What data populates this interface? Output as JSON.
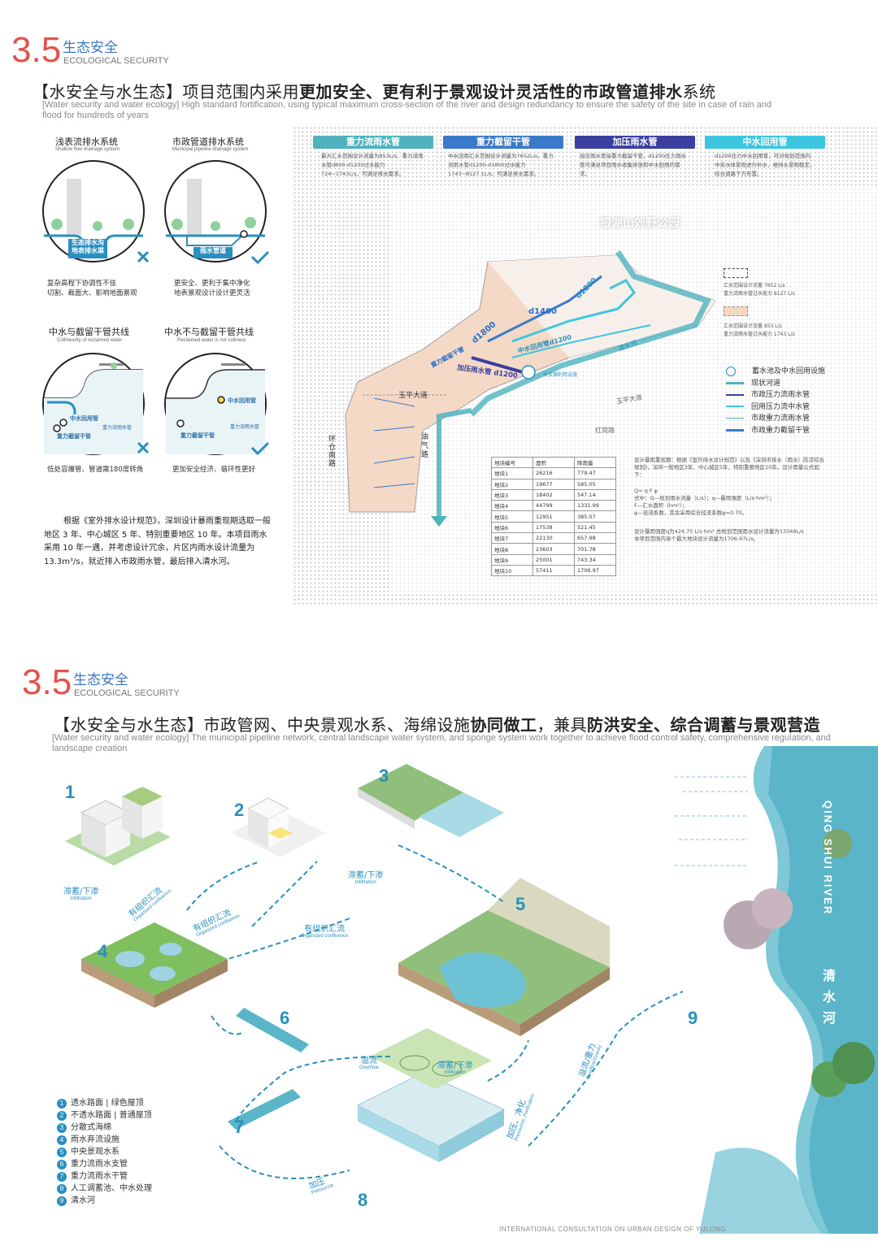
{
  "top": {
    "section_num": "3.5",
    "section_cn": "生态安全",
    "section_en": "ECOLOGICAL SECURITY",
    "title_parts": [
      "【水安全与水生态】项目范围内采用",
      "更加安全、更有利于景观设计灵活性的市政管道排水",
      "系统"
    ],
    "subtitle": "[Water security and water ecology] High standard fortification, using typical maximum cross-section of the river and design redundancy to ensure the safety of the site in case of rain and flood for hundreds of years",
    "panels": {
      "p1_title": "浅表流排水系统",
      "p1_en": "Shallow flow drainage system",
      "p1_label": "生态排水沟\n地表排水渠",
      "p1_cap": "复杂高程下协调性不佳\n切割、截面大、影响地面景观",
      "p2_title": "市政管道排水系统",
      "p2_en": "Municipal pipeline drainage system",
      "p2_label": "雨水管道",
      "p2_cap": "更安全、更利于集中净化\n地表景观设计设计更灵活",
      "p3_title": "中水与截留干管共线",
      "p3_en": "Collinearity of reclaimed water",
      "p3_l1": "中水回用管",
      "p3_l2": "重力截留干管",
      "p3_l3": "重力流雨水管",
      "p3_cap": "低处容爆管、管道需180度转角",
      "p4_title": "中水不与截留干管共线",
      "p4_en": "Reclaimed water is not collinear",
      "p4_l1": "中水回用管",
      "p4_l2": "重力截留干管",
      "p4_l3": "重力流雨水管",
      "p4_cap": "更加安全经济、循环性更好"
    },
    "paragraph": "根据《室外排水设计规范》，深圳设计暴雨重现期选取一般地区 3 年、中心城区 5 年、特别重要地区 10 年。本项目雨水采用 10 年一遇，并考虑设计冗余，片区内雨水设计流量为 13.3m³/s，就近排入市政雨水管，最后排入清水河。",
    "pipes": [
      {
        "name": "重力流雨水管",
        "color": "#4fb3bf",
        "desc": "最大汇水范围设计流量为853L/s、重力流雨水管d800-d1200过水能力724~1743L/s，可满足排水需求。"
      },
      {
        "name": "重力截留干管",
        "color": "#3a7ac8",
        "desc": "中水回用汇水范围设计流量为7652L/s，重力流雨水管d1200-d1800过水能力1743~8127.1L/s，可满足排水需求。"
      },
      {
        "name": "加压雨水管",
        "color": "#3b3fa0",
        "desc": "加压雨水管接重力截留干管，d1200压力雨水管可满足项目雨水收集排放和中水回用的需求。"
      },
      {
        "name": "中水回用管",
        "color": "#3ec6e0",
        "desc": "d1200压力中水回用管，可对规划范围内中央水体景观进行补水，维持水景观稳定，结合道路下方布置。"
      }
    ],
    "map_labels": {
      "road1": "玉平大道",
      "road2": "环仓南路",
      "road3": "油气路",
      "road4": "红岗路",
      "road5": "玉平大道",
      "river": "清水河",
      "park": "银湖山郊野公园",
      "d1800": "d1800",
      "d1400": "d1400",
      "d1200a": "d1200",
      "d1200b": "中水回用管d1200",
      "jy": "加压雨水管 d1200",
      "zl": "重力截留干管",
      "zy": "水资源利用设施"
    },
    "right_legend": {
      "box1_a": "汇水范围设计流量 7652 L/s",
      "box1_b": "重力流雨水管过水能力 8127 L/s",
      "box2_a": "汇水范围设计流量 853 L/s",
      "box2_b": "重力流雨水管过水能力 1743 L/s",
      "items": [
        "蓄水池及中水回用设施",
        "现状河道",
        "市政压力流雨水管",
        "回用压力流中水管",
        "市政重力流雨水管",
        "市政重力截留干管"
      ]
    },
    "table": {
      "headers": [
        "地块编号",
        "面积",
        "降雨量"
      ],
      "rows": [
        [
          "地块1",
          "26216",
          "779.47"
        ],
        [
          "地块2",
          "19677",
          "585.05"
        ],
        [
          "地块3",
          "18402",
          "547.14"
        ],
        [
          "地块4",
          "44799",
          "1331.99"
        ],
        [
          "地块5",
          "12951",
          "385.07"
        ],
        [
          "地块6",
          "17538",
          "521.45"
        ],
        [
          "地块7",
          "22130",
          "657.98"
        ],
        [
          "地块8",
          "23603",
          "701.78"
        ],
        [
          "地块9",
          "25001",
          "743.34"
        ],
        [
          "地块10",
          "57411",
          "1706.97"
        ]
      ]
    },
    "notes": {
      "n1": "设计暴雨重现期：根据《室外排水设计规范》以及《深圳市排水（雨水）防涝综合规划》，深圳一般地区3年、中心城区5年、特别重要地区10年。设计雨量公式如下：",
      "n2": "Q= q F ψ\n式中：Q—规划雨水流量（L/s）；q—暴雨强度（L/s·hm²）；\nF—汇水面积（hm²）；\nψ—径流系数，其余采用综合径流系数ψ=0.70。",
      "n3": "设计暴雨强度q为424.75 L/s·hm²   总规划范围雨水设计流量为13349L/s\n本项目范围内单个最大地块设计流量为1706.97L/s。"
    }
  },
  "bottom": {
    "section_num": "3.5",
    "section_cn": "生态安全",
    "section_en": "ECOLOGICAL SECURITY",
    "title_parts": [
      "【水安全与水生态】市政管网、中央景观水系、海绵设施",
      "协同做工",
      "，兼具",
      "防洪安全、综合调蓄与景观营造"
    ],
    "subtitle": "[Water security and water ecology] The municipal pipeline network, central landscape water system, and sponge system work together to achieve flood control safety, comprehensive regulation, and landscape creation",
    "nums": [
      "1",
      "2",
      "3",
      "4",
      "5",
      "6",
      "7",
      "8",
      "9"
    ],
    "flows": {
      "f1": "滞蓄/下渗",
      "f1e": "Infiltration",
      "f2": "有组织汇流",
      "f2e": "Organized confluence",
      "f3": "有组织汇流",
      "f3e": "Organized confluence",
      "f4": "滞蓄/下渗",
      "f4e": "Infiltration",
      "f5": "有组织汇流",
      "f5e": "Organized confluence",
      "f6": "溢流",
      "f6e": "Overflow",
      "f7": "滞蓄/下渗",
      "f7e": "Infiltration",
      "f8": "加压、净化",
      "f8e": "Pressurize, Purification",
      "f9": "溢流/重力",
      "f9e": "Overflow/Gravity",
      "f10": "加压",
      "f10e": "Pressurize"
    },
    "river_en": "QING SHUI RIVER",
    "river_cn": "清水河",
    "legend": [
      "透水路面 | 绿色屋顶",
      "不透水路面 | 普通屋顶",
      "分散式海绵",
      "雨水弃流设施",
      "中央景观水系",
      "重力流雨水支管",
      "重力流雨水干管",
      "人工调蓄池、中水处理",
      "清水河"
    ],
    "footer": "INTERNATIONAL CONSULTATION ON URBAN DESIGN OF YULONG"
  }
}
